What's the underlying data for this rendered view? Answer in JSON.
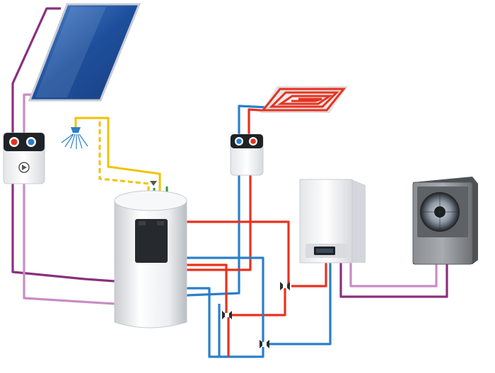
{
  "diagram": {
    "components": [
      {
        "id": "solar-collector",
        "icon": "solar-panel-icon"
      },
      {
        "id": "solar-pump-station",
        "icon": "pump-station-icon"
      },
      {
        "id": "shower-head",
        "icon": "shower-icon"
      },
      {
        "id": "hot-water-storage-tank",
        "icon": "storage-tank-icon"
      },
      {
        "id": "underfloor-heating-coil",
        "icon": "floor-heating-icon"
      },
      {
        "id": "heating-circuit-pump-station",
        "icon": "pump-station-icon"
      },
      {
        "id": "heat-pump-indoor-unit",
        "icon": "indoor-unit-icon"
      },
      {
        "id": "heat-pump-outdoor-unit",
        "icon": "outdoor-unit-icon"
      },
      {
        "id": "three-way-valves",
        "icon": "valve-icon",
        "count": 3
      }
    ],
    "colors": {
      "flow": "#e8321f",
      "return": "#2a7fc9",
      "solar_flow": "#8a2f7e",
      "solar_return": "#c98cc3",
      "hot_water": "#f2c200",
      "cold_water": "#f2c200",
      "sensor": "#2e9c3c",
      "collector_glass": "#1f4f9a",
      "appliance_body": "#f4f5f7",
      "outdoor_unit": "#6b6e72"
    }
  }
}
